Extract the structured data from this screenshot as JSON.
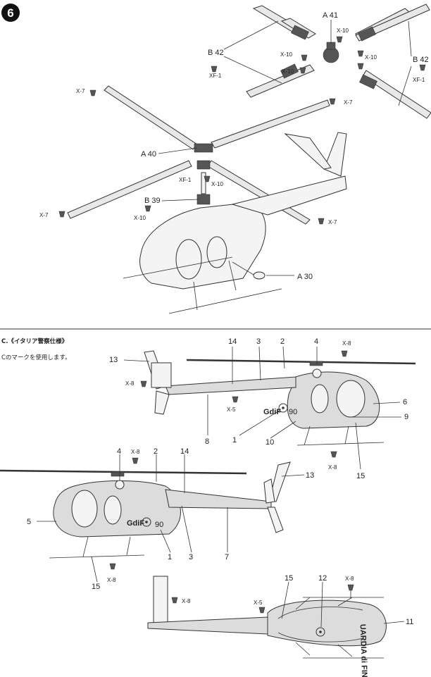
{
  "step_number": "6",
  "section_heading": "C.《イタリア警察仕様》",
  "section_note": "Cのマークを使用します。",
  "callouts_top": {
    "a41": "A 41",
    "b42_left": "B 42",
    "xf1_left": "XF-1",
    "b42_right": "B 42",
    "xf1_right": "XF-1",
    "x10_a": "X-10",
    "x10_b": "X-10",
    "x10_c": "X-10",
    "x10_d": "X-10",
    "x7_a": "X-7",
    "x7_b": "X-7",
    "x7_c": "X-7",
    "x7_d": "X-7",
    "a40": "A 40",
    "xf1_mid": "XF-1",
    "x10_mid": "X-10",
    "b39": "B 39",
    "x10_low": "X-10",
    "a30": "A 30"
  },
  "side_view_1": {
    "n13": "13",
    "n14": "14",
    "n3": "3",
    "n2": "2",
    "n4": "4",
    "x8_top": "X-8",
    "x8_tail": "X-8",
    "x5": "X-5",
    "n8": "8",
    "n1": "1",
    "n10": "10",
    "n6": "6",
    "n9": "9",
    "x8_bottom": "X-8",
    "n15": "15",
    "marking_gdif": "GdiF",
    "marking_90": "90"
  },
  "side_view_2": {
    "n4": "4",
    "x8_top": "X-8",
    "n2": "2",
    "n14": "14",
    "n13": "13",
    "n5": "5",
    "n1": "1",
    "n3": "3",
    "n7": "7",
    "n15": "15",
    "x8_bottom": "X-8",
    "marking_gdif": "GdiF",
    "marking_90": "90"
  },
  "top_view": {
    "x8_fin": "X-8",
    "n15": "15",
    "n12": "12",
    "x8_top": "X-8",
    "x5": "X-5",
    "n11": "11",
    "marking_text": "UARDIA di FINAN"
  }
}
